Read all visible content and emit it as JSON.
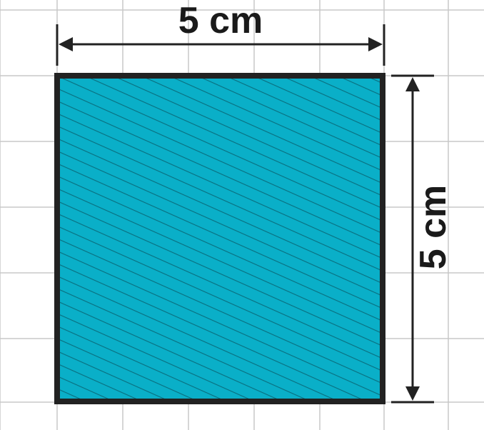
{
  "figure": {
    "shape": "square",
    "side_length": 5,
    "unit": "cm",
    "width_label": "5 cm",
    "height_label": "5 cm"
  },
  "colors": {
    "fill": "#0AAFC8",
    "hatch": "#0A6E7E",
    "outline": "#222222",
    "grid": "#c8c8c8",
    "arrow": "#222222"
  },
  "background": {
    "grid": true
  }
}
